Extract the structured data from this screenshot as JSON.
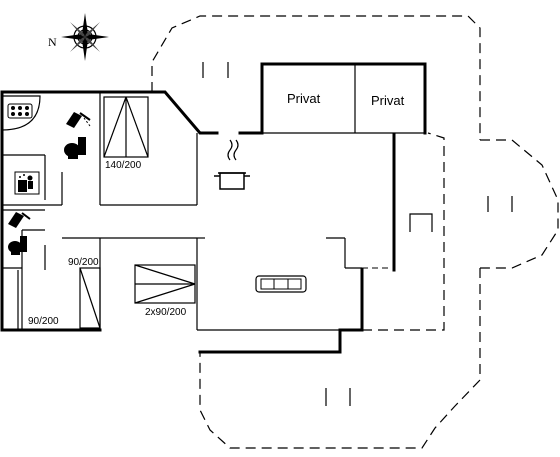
{
  "compass": {
    "north_label": "N"
  },
  "rooms": {
    "privat_1": "Privat",
    "privat_2": "Privat"
  },
  "beds": {
    "bed_1": "140/200",
    "bed_2": "90/200",
    "bed_3": "90/200",
    "bed_4": "2x90/200"
  },
  "icons": [
    "whirlpool-icon",
    "shower-icon",
    "toilet-icon",
    "sauna-icon",
    "kitchen-pot-icon",
    "sofa-icon",
    "compass-icon"
  ]
}
